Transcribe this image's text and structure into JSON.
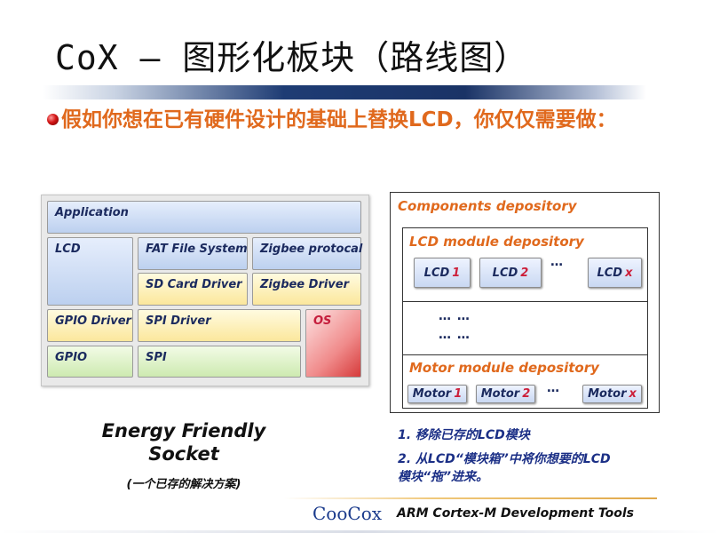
{
  "slide": {
    "title": "CoX — 图形化板块（路线图）",
    "headline": "假如你想在已有硬件设计的基础上替换LCD，你仅仅需要做："
  },
  "stack": {
    "application": "Application",
    "lcd": "LCD",
    "fat": "FAT File System",
    "zigbee_protocol": "Zigbee protocal",
    "sd_card": "SD Card Driver",
    "zigbee_driver": "Zigbee Driver",
    "gpio_driver": "GPIO Driver",
    "spi_driver": "SPI Driver",
    "os": "OS",
    "gpio": "GPIO",
    "spi": "SPI",
    "caption_line1": "Energy Friendly",
    "caption_line2": "Socket",
    "subcaption": "(一个已存的解决方案)"
  },
  "components": {
    "title": "Components depository",
    "lcd_module": {
      "title": "LCD module depository",
      "chips": [
        {
          "label": "LCD",
          "num": "1"
        },
        {
          "label": "LCD",
          "num": "2"
        },
        {
          "label": "LCD",
          "num": "x"
        }
      ],
      "ellipsis": "…"
    },
    "middle_ellipsis_1": "… …",
    "middle_ellipsis_2": "… …",
    "motor_module": {
      "title": "Motor module depository",
      "chips": [
        {
          "label": "Motor",
          "num": "1"
        },
        {
          "label": "Motor",
          "num": "2"
        },
        {
          "label": "Motor",
          "num": "x"
        }
      ],
      "ellipsis": "…"
    }
  },
  "steps": {
    "step1": "1. 移除已存的LCD模块",
    "step2_line1": "2. 从LCD“模块箱”中将你想要的LCD",
    "step2_line2": "模块“拖”进来。"
  },
  "footer": {
    "brand": "CooCox",
    "tagline": "ARM Cortex-M Development Tools"
  },
  "colors": {
    "accent_orange": "#e0691d",
    "navy": "#1b2a5e",
    "step_blue": "#1b2f86",
    "brand_blue": "#1a3a8c"
  }
}
